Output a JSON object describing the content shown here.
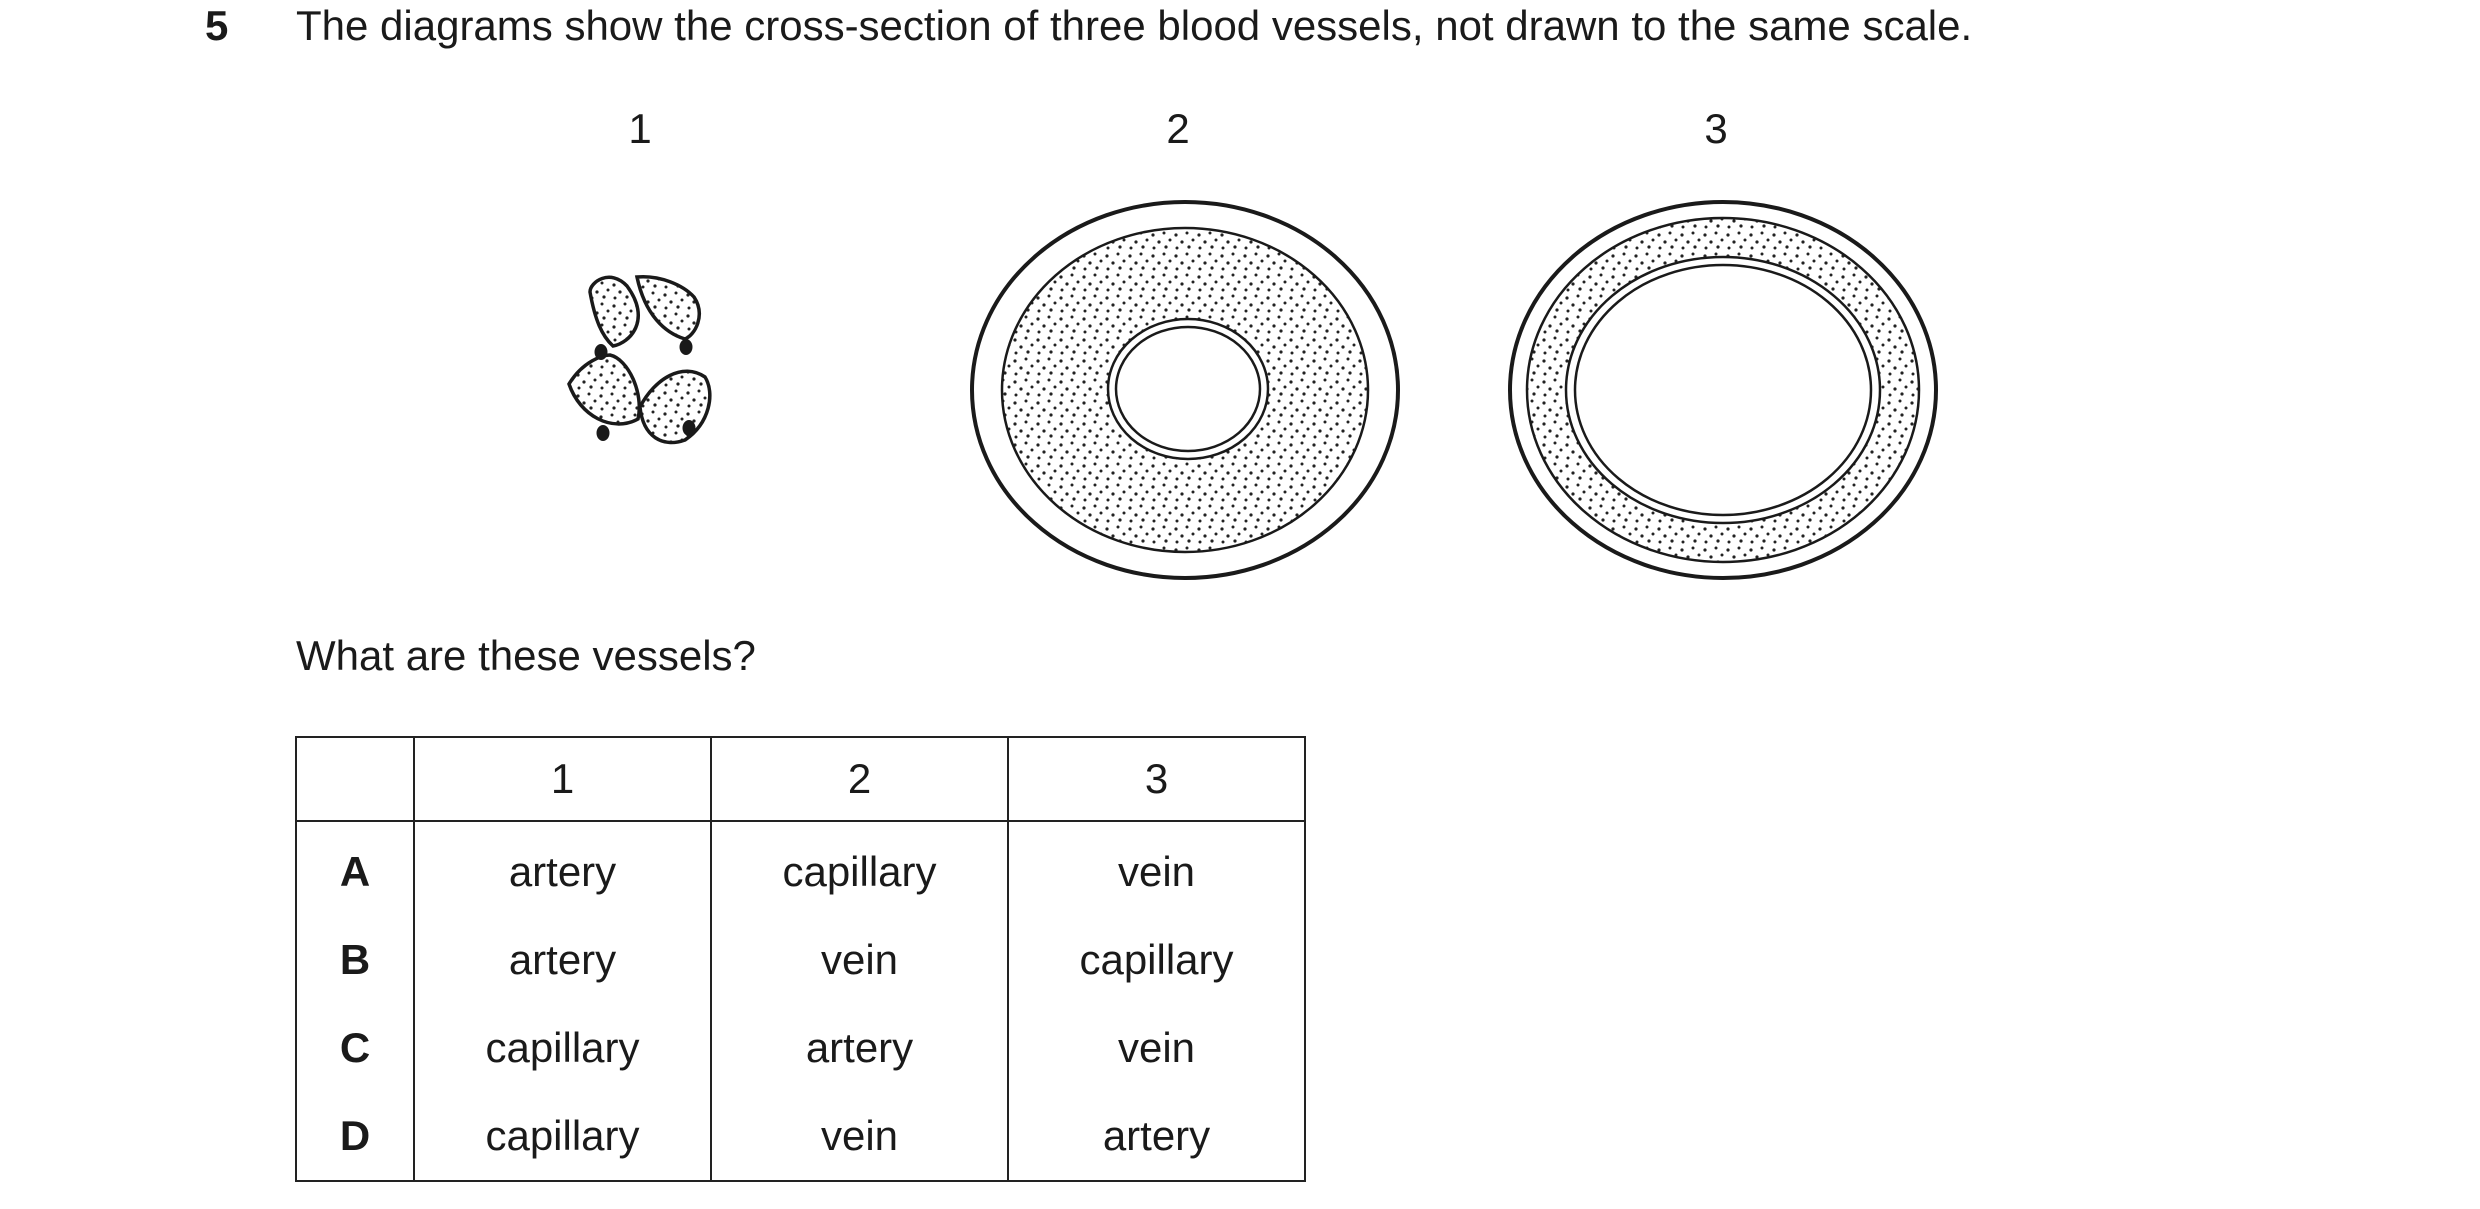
{
  "question": {
    "number": "5",
    "text": "The diagrams show the cross-section of three blood vessels, not drawn to the same scale."
  },
  "diagrams": {
    "labels": [
      "1",
      "2",
      "3"
    ]
  },
  "prompt": "What are these vessels?",
  "table": {
    "headers": [
      "",
      "1",
      "2",
      "3"
    ],
    "rows": [
      {
        "option": "A",
        "cells": [
          "artery",
          "capillary",
          "vein"
        ]
      },
      {
        "option": "B",
        "cells": [
          "artery",
          "vein",
          "capillary"
        ]
      },
      {
        "option": "C",
        "cells": [
          "capillary",
          "artery",
          "vein"
        ]
      },
      {
        "option": "D",
        "cells": [
          "capillary",
          "vein",
          "artery"
        ]
      }
    ]
  }
}
